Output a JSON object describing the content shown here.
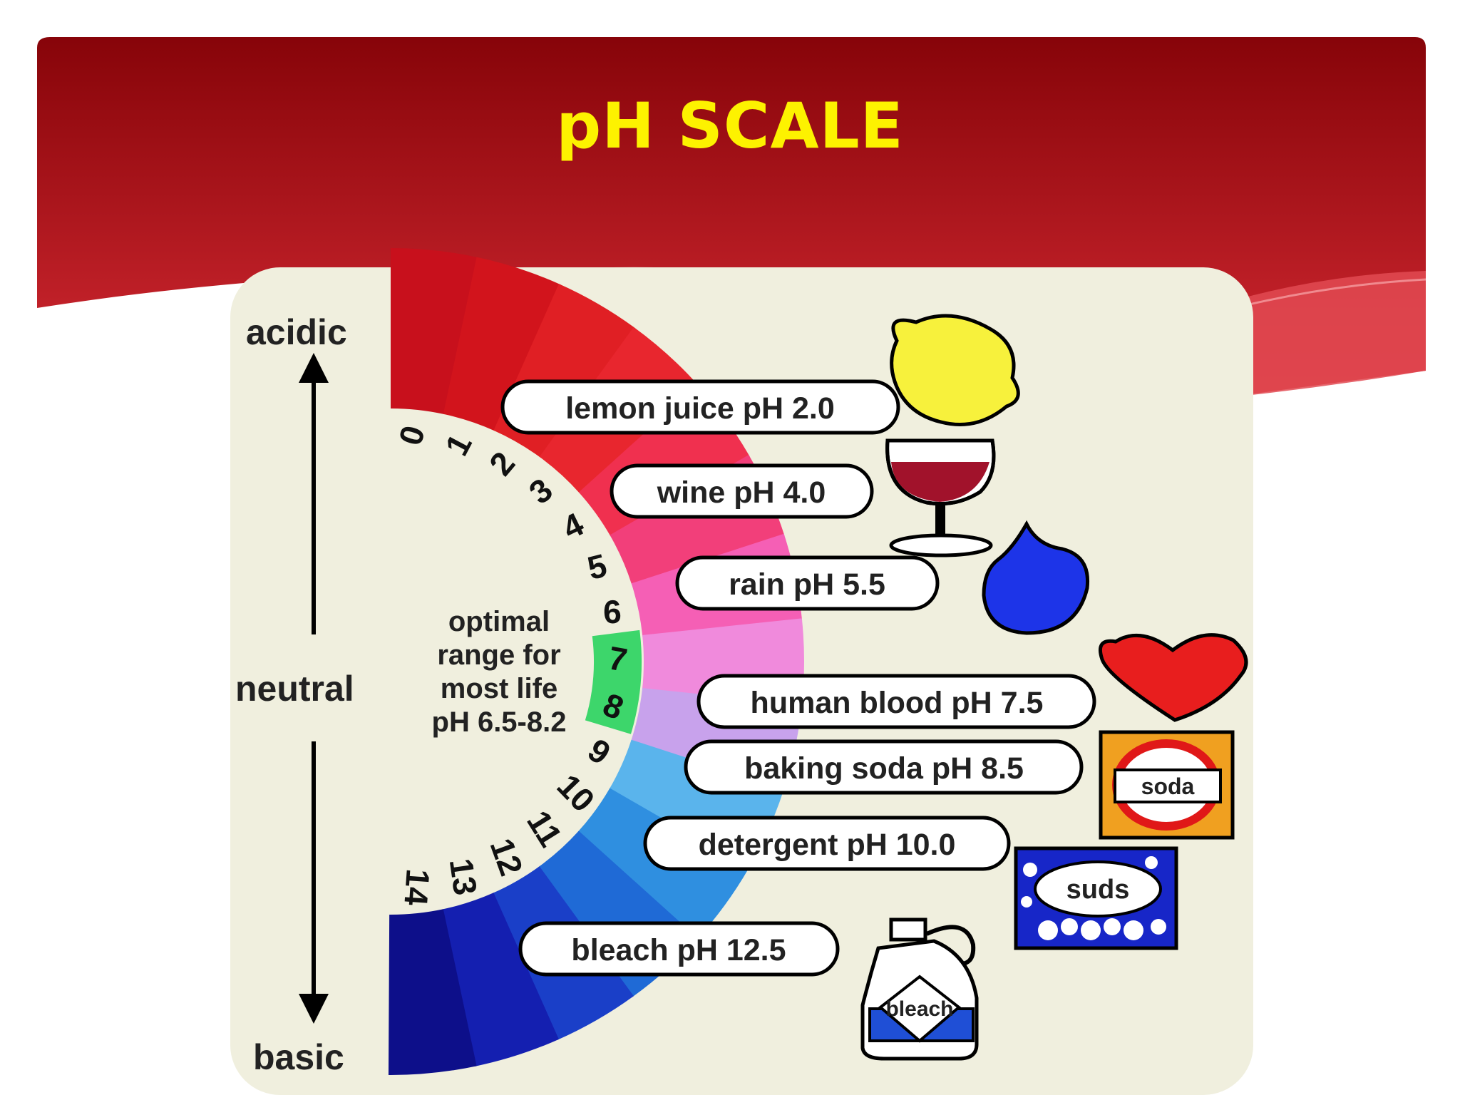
{
  "slide": {
    "title": "pH SCALE",
    "colors": {
      "header_top": "#870409",
      "header_bottom": "#d42a33",
      "title": "#fdf200",
      "panel": "#f0efde"
    }
  },
  "diagram": {
    "axis": {
      "top_label": "acidic",
      "middle_label": "neutral",
      "bottom_label": "basic"
    },
    "scale": {
      "numbers": [
        "0",
        "1",
        "2",
        "3",
        "4",
        "5",
        "6",
        "7",
        "8",
        "9",
        "10",
        "11",
        "12",
        "13",
        "14"
      ],
      "band_colors": [
        "#c8101c",
        "#d2141c",
        "#e01f24",
        "#e8262e",
        "#f0304f",
        "#f23f7a",
        "#f55fb5",
        "#f08adc",
        "#c8a2ec",
        "#5ab4ec",
        "#2f8fe0",
        "#1f6ad6",
        "#1a3fc8",
        "#141fb0",
        "#0d0f8a"
      ],
      "optimal_note": [
        "optimal",
        "range for",
        "most life",
        "pH 6.5-8.2"
      ],
      "optimal_color": "#3dd66b"
    },
    "examples": [
      {
        "label": "lemon juice pH 2.0",
        "icon": "lemon-icon"
      },
      {
        "label": "wine pH 4.0",
        "icon": "wine-glass-icon"
      },
      {
        "label": "rain pH 5.5",
        "icon": "raindrop-icon"
      },
      {
        "label": "human blood pH 7.5",
        "icon": "heart-icon"
      },
      {
        "label": "baking soda pH 8.5",
        "icon": "soda-box-icon"
      },
      {
        "label": "detergent pH 10.0",
        "icon": "suds-box-icon"
      },
      {
        "label": "bleach pH 12.5",
        "icon": "bleach-jug-icon"
      }
    ],
    "icon_labels": {
      "soda": "soda",
      "suds": "suds",
      "bleach": "bleach"
    }
  }
}
